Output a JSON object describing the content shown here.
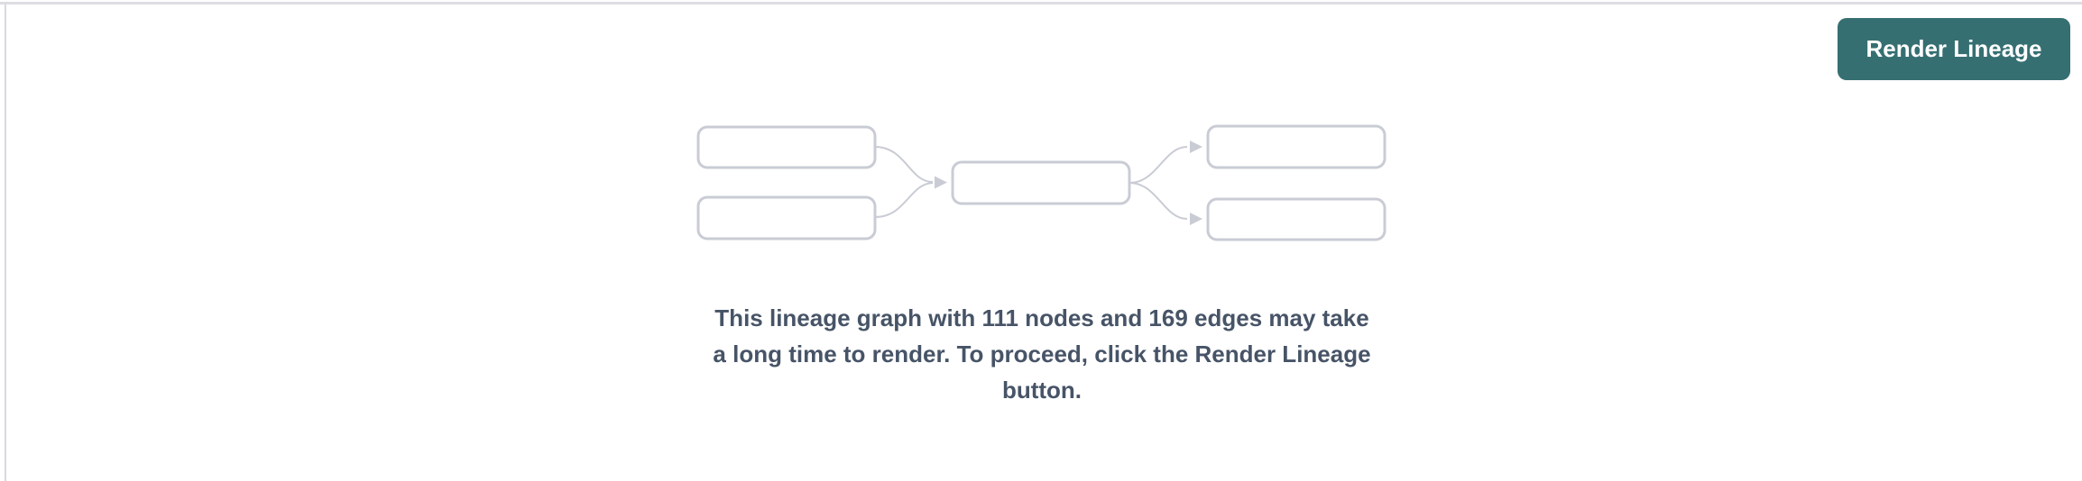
{
  "panel": {
    "top_border_color": "#dddde2",
    "left_border_color": "#d9d9de",
    "background_color": "#ffffff"
  },
  "header": {
    "render_button": {
      "label": "Render Lineage",
      "bg_color": "#366F72",
      "text_color": "#ffffff"
    }
  },
  "main": {
    "graph_preview": {
      "icon": "lineage-graph-placeholder-icon",
      "box_count": 5,
      "layout": "2-1-2 left-to-right with curved arrows",
      "box_stroke_color": "#c9ccd4",
      "edge_color": "#c9ccd4",
      "box_fill_color": "#ffffff"
    },
    "stats": {
      "nodes": 111,
      "edges": 169
    },
    "message_lines": [
      "This lineage graph with 111 nodes and 169 edges may take",
      "a long time to render. To proceed, click the Render Lineage",
      "button."
    ],
    "message_text_color": "#475467"
  }
}
